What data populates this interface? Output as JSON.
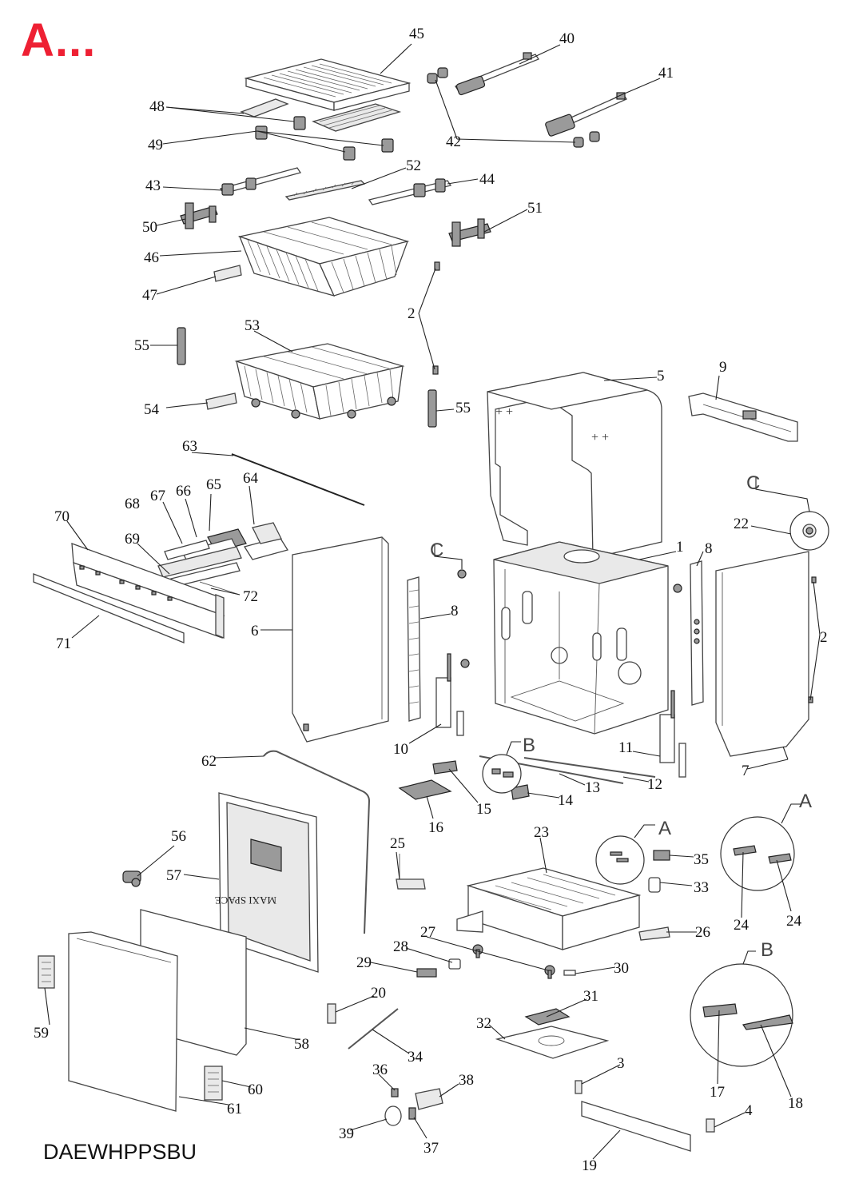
{
  "header": {
    "title": "A...",
    "title_color": "#ee2033"
  },
  "footer": {
    "model": "DAEWHPPSBU"
  },
  "detail_views": {
    "letters": [
      "A",
      "B",
      "C"
    ]
  },
  "door_panel_text": "MAXI SPACE",
  "callouts": {
    "c1": "1",
    "c2a": "2",
    "c2b": "2",
    "c3": "3",
    "c4": "4",
    "c5": "5",
    "c6": "6",
    "c7": "7",
    "c8a": "8",
    "c8b": "8",
    "c9": "9",
    "c10": "10",
    "c11": "11",
    "c12": "12",
    "c13": "13",
    "c14": "14",
    "c15": "15",
    "c16": "16",
    "c17": "17",
    "c18": "18",
    "c19": "19",
    "c20": "20",
    "c22": "22",
    "c23": "23",
    "c24a": "24",
    "c24b": "24",
    "c25": "25",
    "c26": "26",
    "c27": "27",
    "c28": "28",
    "c29": "29",
    "c30": "30",
    "c31": "31",
    "c32": "32",
    "c33": "33",
    "c34": "34",
    "c35": "35",
    "c36": "36",
    "c37": "37",
    "c38": "38",
    "c39": "39",
    "c40": "40",
    "c41": "41",
    "c42": "42",
    "c43": "43",
    "c44": "44",
    "c45": "45",
    "c46": "46",
    "c47": "47",
    "c48": "48",
    "c49": "49",
    "c50": "50",
    "c51": "51",
    "c52": "52",
    "c53": "53",
    "c54": "54",
    "c55a": "55",
    "c55b": "55",
    "c56": "56",
    "c57": "57",
    "c58": "58",
    "c59": "59",
    "c60": "60",
    "c61": "61",
    "c62": "62",
    "c63": "63",
    "c64": "64",
    "c65": "65",
    "c66": "66",
    "c67": "67",
    "c68": "68",
    "c69": "69",
    "c70": "70",
    "c71": "71",
    "c72": "72"
  }
}
